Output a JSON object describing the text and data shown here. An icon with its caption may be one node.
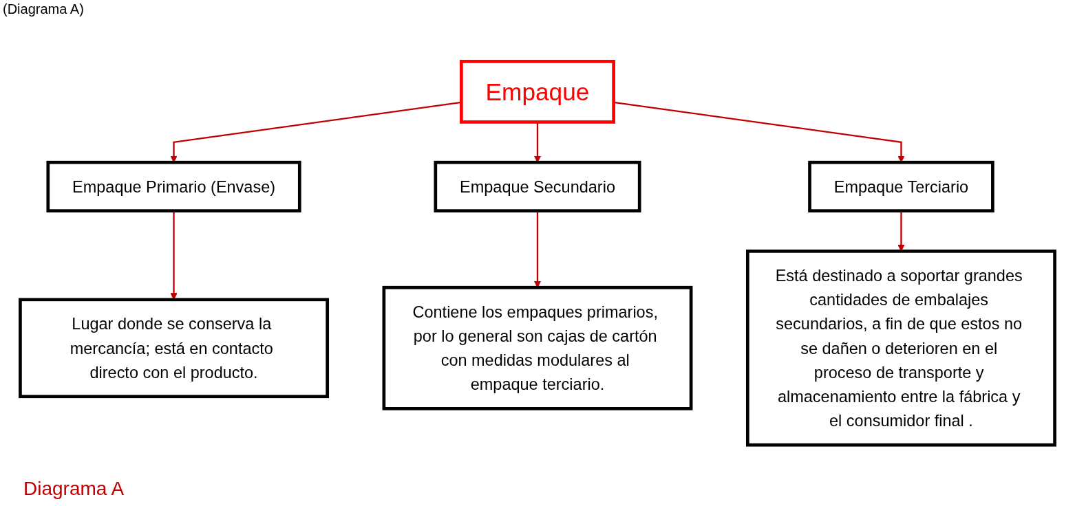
{
  "diagram": {
    "title": "(Diagrama A)",
    "caption": "Diagrama A",
    "nodes": [
      {
        "text": [
          "Empaque"
        ]
      },
      {
        "text": [
          "Empaque Primario (Envase)"
        ]
      },
      {
        "text": [
          "Empaque Secundario"
        ]
      },
      {
        "text": [
          "Empaque Terciario"
        ]
      },
      {
        "text": [
          "Lugar donde se conserva la mercancía; está en contacto directo con el producto."
        ]
      },
      {
        "text": [
          "Contiene los empaques primarios, por lo general son cajas de cartón con medidas modulares al empaque terciario."
        ]
      },
      {
        "text": [
          "Está destinado a soportar grandes cantidades de embalajes secundarios, a fin de que estos no se dañen o deterioren en el proceso de transporte y almacenamiento entre la fábrica y el consumidor final ."
        ]
      }
    ],
    "edges": [
      {
        "from": 0,
        "to": 1,
        "arrow": "to"
      },
      {
        "from": 0,
        "to": 2,
        "arrow": "to"
      },
      {
        "from": 0,
        "to": 3,
        "arrow": "to"
      },
      {
        "from": 1,
        "to": 4,
        "arrow": "to"
      },
      {
        "from": 2,
        "to": 5,
        "arrow": "to"
      },
      {
        "from": 3,
        "to": 6,
        "arrow": "to"
      }
    ]
  }
}
